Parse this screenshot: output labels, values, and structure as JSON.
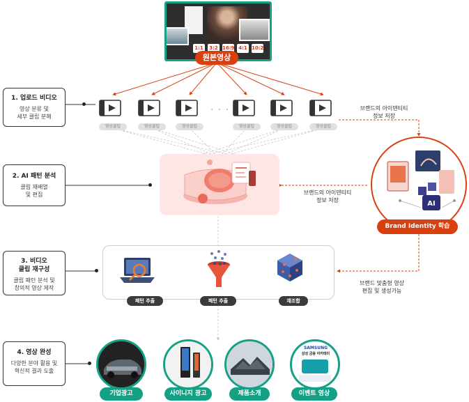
{
  "source": {
    "ratios": [
      "1:1",
      "3:2",
      "16:9",
      "4:1",
      "10:2"
    ],
    "label": "원본영상"
  },
  "steps": [
    {
      "title": "1. 업로드 비디오",
      "desc": [
        "영상 분류 및",
        "세부 클립 분해"
      ]
    },
    {
      "title": "2. AI 패턴 분석",
      "desc": [
        "클립 재배열",
        "및 편집"
      ]
    },
    {
      "title": "3. 비디오\n클립 재구성",
      "desc": [
        "클립 패턴 분석 및",
        "창의적 영상 제작"
      ]
    },
    {
      "title": "4. 영상 완성",
      "desc": [
        "다양한 분야 활용 및",
        "혁신적 결과 도출"
      ]
    }
  ],
  "clips": {
    "label": "영상클립",
    "ellipsis": "· · ·"
  },
  "notes": {
    "brand_store_1": [
      "브랜드의 아이덴티티",
      "정보 저장"
    ],
    "brand_store_2": [
      "브랜드의 아이덴티티",
      "정보 저장"
    ],
    "brand_edit": [
      "브랜드 맞춤형 영상",
      "편집 및 생성가능"
    ]
  },
  "brand": {
    "label": "Brand Identity 학습",
    "ai_tag": "AI"
  },
  "recompose": {
    "labels": [
      "패턴 추출",
      "패턴 추출",
      "재조합"
    ]
  },
  "results": {
    "labels": [
      "기업광고",
      "사이니지 광고",
      "제품소개",
      "이벤트 영상"
    ],
    "event_brand": "SAMSUNG",
    "event_text": "삼성 금융 아카데미"
  },
  "colors": {
    "accent_red": "#d9400f",
    "accent_green": "#16a085",
    "ai_box_bg": "#fde6e4",
    "dark": "#3b3b3b"
  }
}
